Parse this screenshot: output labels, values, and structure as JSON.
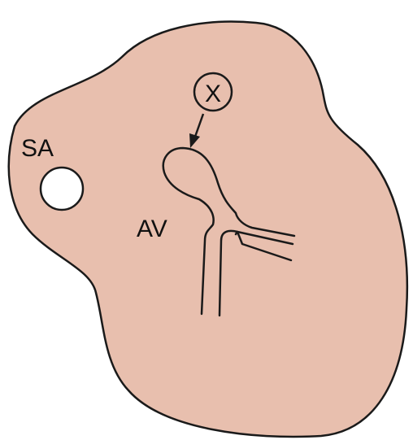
{
  "labels": {
    "sa": "SA",
    "av": "AV",
    "marker": "X"
  },
  "colors": {
    "heart_fill": "#e8bfae",
    "outline": "#1a1a1a",
    "node_fill": "#ffffff",
    "background": "#ffffff"
  }
}
